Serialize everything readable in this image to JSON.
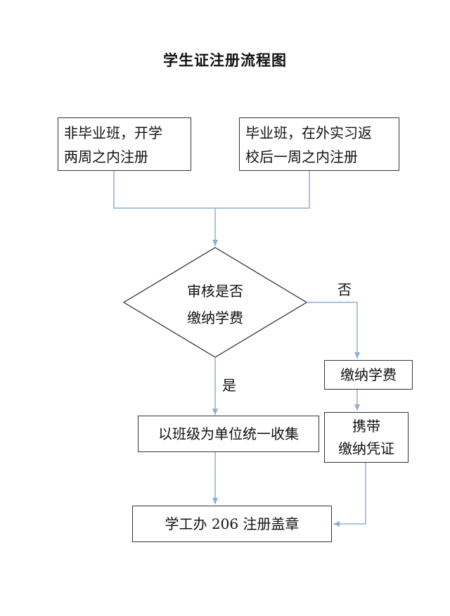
{
  "title": "学生证注册流程图",
  "nodes": {
    "non_graduating": {
      "line1": "非毕业班，开学",
      "line2": "两周之内注册"
    },
    "graduating": {
      "line1": "毕业班，在外实习返",
      "line2": "校后一周之内注册"
    },
    "check_fee": {
      "line1": "审核是否",
      "line2": "缴纳学费"
    },
    "pay_fee": "缴纳学费",
    "bring_receipt": {
      "line1": "携带",
      "line2": "缴纳凭证"
    },
    "class_collect": "以班级为单位统一收集",
    "office_stamp": "学工办 206 注册盖章"
  },
  "edge_labels": {
    "no": "否",
    "yes": "是"
  },
  "colors": {
    "connector": "#8eaed2",
    "border": "#333333"
  }
}
